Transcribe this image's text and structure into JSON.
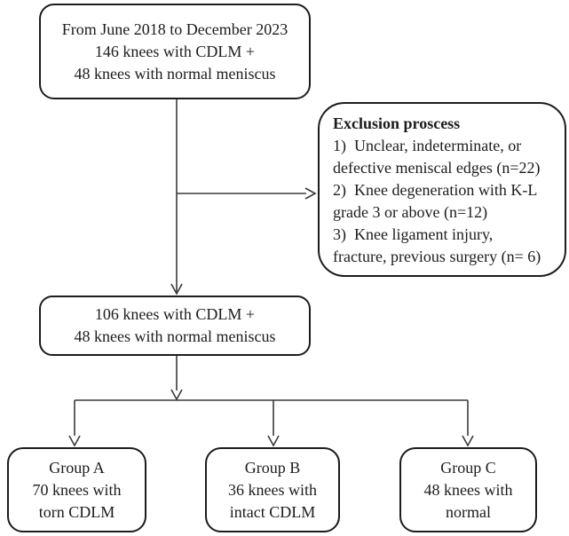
{
  "colors": {
    "background": "#ffffff",
    "box_border": "#1c1c1c",
    "text": "#1c1c1c",
    "connector": "#3a3a3a"
  },
  "source_box": {
    "lines": [
      "From June 2018 to December 2023",
      "146 knees with CDLM +",
      "48 knees with normal meniscus"
    ]
  },
  "exclusion_box": {
    "title": "Exclusion proscess",
    "lines": [
      "1)  Unclear, indeterminate, or",
      "defective meniscal edges (n=22)",
      "2)  Knee degeneration with K-L",
      "grade 3 or above (n=12)",
      "3)  Knee ligament injury,",
      "fracture, previous surgery (n= 6)"
    ]
  },
  "included_box": {
    "lines": [
      "106 knees with CDLM +",
      "48 knees with normal meniscus"
    ]
  },
  "group_a_box": {
    "lines": [
      "Group A",
      "70 knees with",
      "torn CDLM"
    ]
  },
  "group_b_box": {
    "lines": [
      "Group B",
      "36 knees with",
      "intact CDLM"
    ]
  },
  "group_c_box": {
    "lines": [
      "Group C",
      "48 knees with",
      "normal"
    ]
  }
}
